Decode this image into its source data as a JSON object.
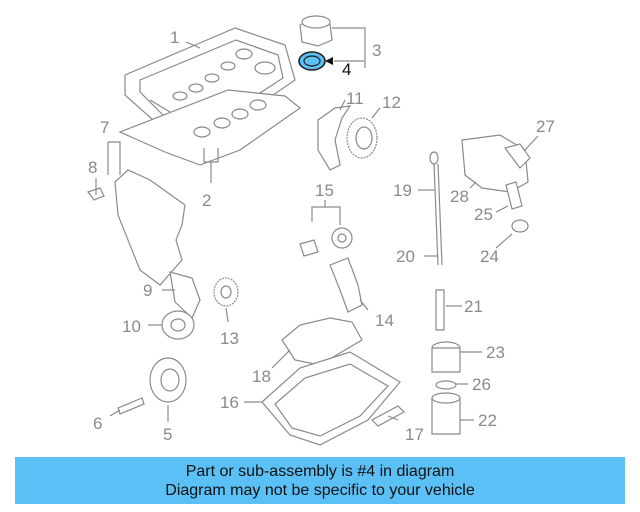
{
  "highlight_color": "#5ac0f5",
  "banner": {
    "line1": "Part or sub-assembly is #4 in diagram",
    "line2": "Diagram may not be specific to your vehicle"
  },
  "callouts": {
    "c1": "1",
    "c2": "2",
    "c3": "3",
    "c4": "4",
    "c5": "5",
    "c6": "6",
    "c7": "7",
    "c8": "8",
    "c9": "9",
    "c10": "10",
    "c11": "11",
    "c12": "12",
    "c13": "13",
    "c14": "14",
    "c15": "15",
    "c16": "16",
    "c17": "17",
    "c18": "18",
    "c19": "19",
    "c20": "20",
    "c21": "21",
    "c22": "22",
    "c23": "23",
    "c24": "24",
    "c25": "25",
    "c26": "26",
    "c27": "27",
    "c28": "28"
  }
}
